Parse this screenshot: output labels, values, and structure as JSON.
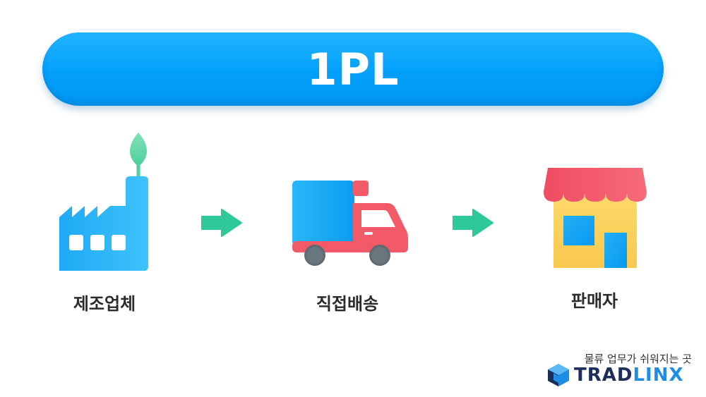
{
  "banner": {
    "title": "1PL"
  },
  "nodes": [
    {
      "label": "제조업체",
      "icon": "factory-icon"
    },
    {
      "label": "직접배송",
      "icon": "truck-icon"
    },
    {
      "label": "판매자",
      "icon": "store-icon"
    }
  ],
  "arrows": [
    {
      "icon": "arrow-right-icon"
    },
    {
      "icon": "arrow-right-icon"
    }
  ],
  "brand": {
    "tagline": "물류 업무가 쉬워지는 곳",
    "name_part1": "TRAD",
    "name_part2": "LINX",
    "logo_icon": "cube-logo-icon"
  },
  "colors": {
    "banner_blue": "#02a0fb",
    "arrow_green": "#2ec99a",
    "truck_red": "#f25a68",
    "store_yellow": "#fbd35e",
    "brand_navy": "#1d2e5c",
    "brand_blue": "#1d8ee6"
  }
}
